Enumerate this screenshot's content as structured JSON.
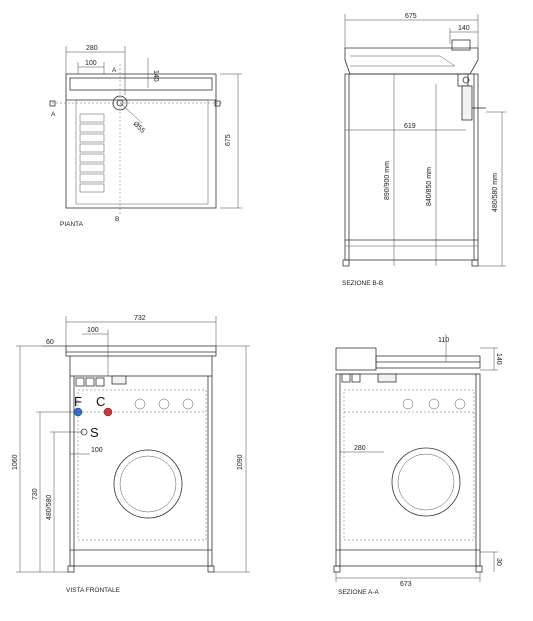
{
  "views": {
    "plan": {
      "caption": "PIANTA",
      "dims": {
        "top_width": "280",
        "offset": "100",
        "depth": "675",
        "rail": "140",
        "drain": "Ø55"
      },
      "section_a": "A",
      "section_b": "B"
    },
    "section_bb": {
      "caption": "SEZIONE B-B",
      "dims": {
        "width": "675",
        "rail": "140",
        "inner": "619",
        "h_top": "890/900 mm",
        "h_mid": "840/850 mm",
        "h_low": "480/580 mm"
      }
    },
    "front": {
      "caption": "VISTA FRONTALE",
      "dims": {
        "width": "732",
        "offset": "100",
        "left": "60",
        "h_total": "1060",
        "h_outer": "1090",
        "h_730": "730",
        "h_480": "480/580",
        "side_100": "100"
      },
      "labels": {
        "cold": "F",
        "hot": "C",
        "drain": "S"
      },
      "colors": {
        "cold": "#2f6fd6",
        "hot": "#d63434"
      }
    },
    "section_aa": {
      "caption": "SEZIONE A-A",
      "dims": {
        "width": "673",
        "h_110": "110",
        "h_140": "140",
        "h_280": "280",
        "h_30": "30"
      }
    }
  }
}
